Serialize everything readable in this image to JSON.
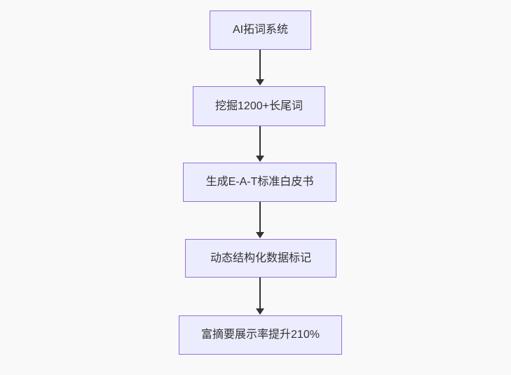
{
  "page": {
    "background_color": "#f9f9f9"
  },
  "flowchart": {
    "type": "flowchart",
    "direction": "top-down",
    "style": {
      "node_fill": "#ECECFF",
      "node_border": "#9370DB",
      "text_color": "#333333",
      "edge_color": "#333333"
    },
    "nodes": [
      {
        "id": "node-1",
        "label": "AI拓词系统"
      },
      {
        "id": "node-2",
        "label": "挖掘1200+长尾词"
      },
      {
        "id": "node-3",
        "label": "生成E-A-T标准白皮书"
      },
      {
        "id": "node-4",
        "label": "动态结构化数据标记"
      },
      {
        "id": "node-5",
        "label": "富摘要展示率提升210%"
      }
    ],
    "edges": [
      {
        "from": "node-1",
        "to": "node-2"
      },
      {
        "from": "node-2",
        "to": "node-3"
      },
      {
        "from": "node-3",
        "to": "node-4"
      },
      {
        "from": "node-4",
        "to": "node-5"
      }
    ]
  }
}
